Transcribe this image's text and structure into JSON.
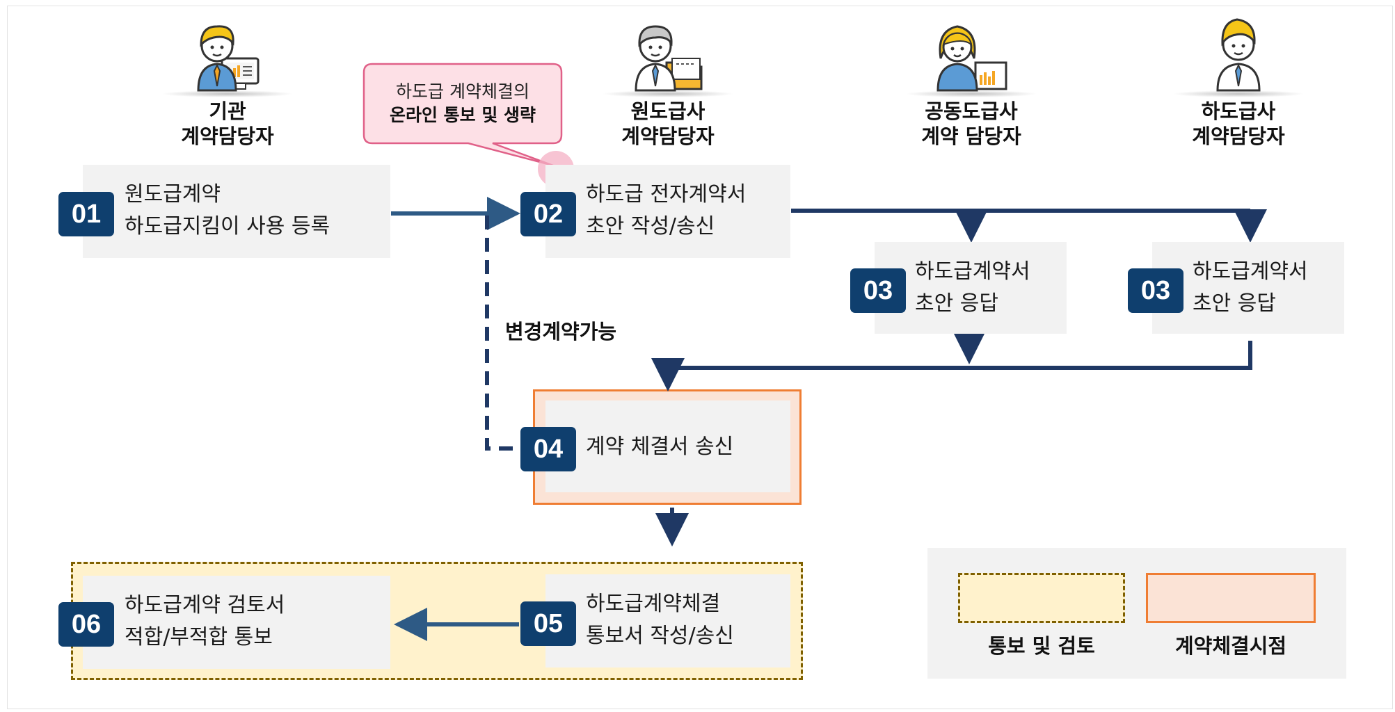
{
  "actors": {
    "agency": {
      "line1": "기관",
      "line2": "계약담당자"
    },
    "prime": {
      "line1": "원도급사",
      "line2": "계약담당자"
    },
    "joint": {
      "line1": "공동도급사",
      "line2": "계약 담당자"
    },
    "sub": {
      "line1": "하도급사",
      "line2": "계약담당자"
    }
  },
  "callout": {
    "line1": "하도급 계약체결의",
    "line2": "온라인 통보 및 생략"
  },
  "steps": {
    "s01": {
      "num": "01",
      "line1": "원도급계약",
      "line2": "하도급지킴이 사용 등록"
    },
    "s02": {
      "num": "02",
      "line1": "하도급 전자계약서",
      "line2": "초안 작성/송신"
    },
    "s03a": {
      "num": "03",
      "line1": "하도급계약서",
      "line2": "초안 응답"
    },
    "s03b": {
      "num": "03",
      "line1": "하도급계약서",
      "line2": "초안 응답"
    },
    "s04": {
      "num": "04",
      "line1": "계약 체결서 송신"
    },
    "s05": {
      "num": "05",
      "line1": "하도급계약체결",
      "line2": "통보서 작성/송신"
    },
    "s06": {
      "num": "06",
      "line1": "하도급계약 검토서",
      "line2": "적합/부적합 통보"
    }
  },
  "change_label": "변경계약가능",
  "legend": {
    "notice_review": "통보 및 검토",
    "contract_point": "계약체결시점"
  },
  "colors": {
    "badge": "#0f3f6e",
    "arrow": "#1f3864",
    "box": "#f2f2f2",
    "orange": "#ef7d33",
    "notice_fill": "#fff2cc",
    "notice_border": "#7f6000",
    "callout_fill": "#fde0e6",
    "callout_border": "#e06088"
  }
}
